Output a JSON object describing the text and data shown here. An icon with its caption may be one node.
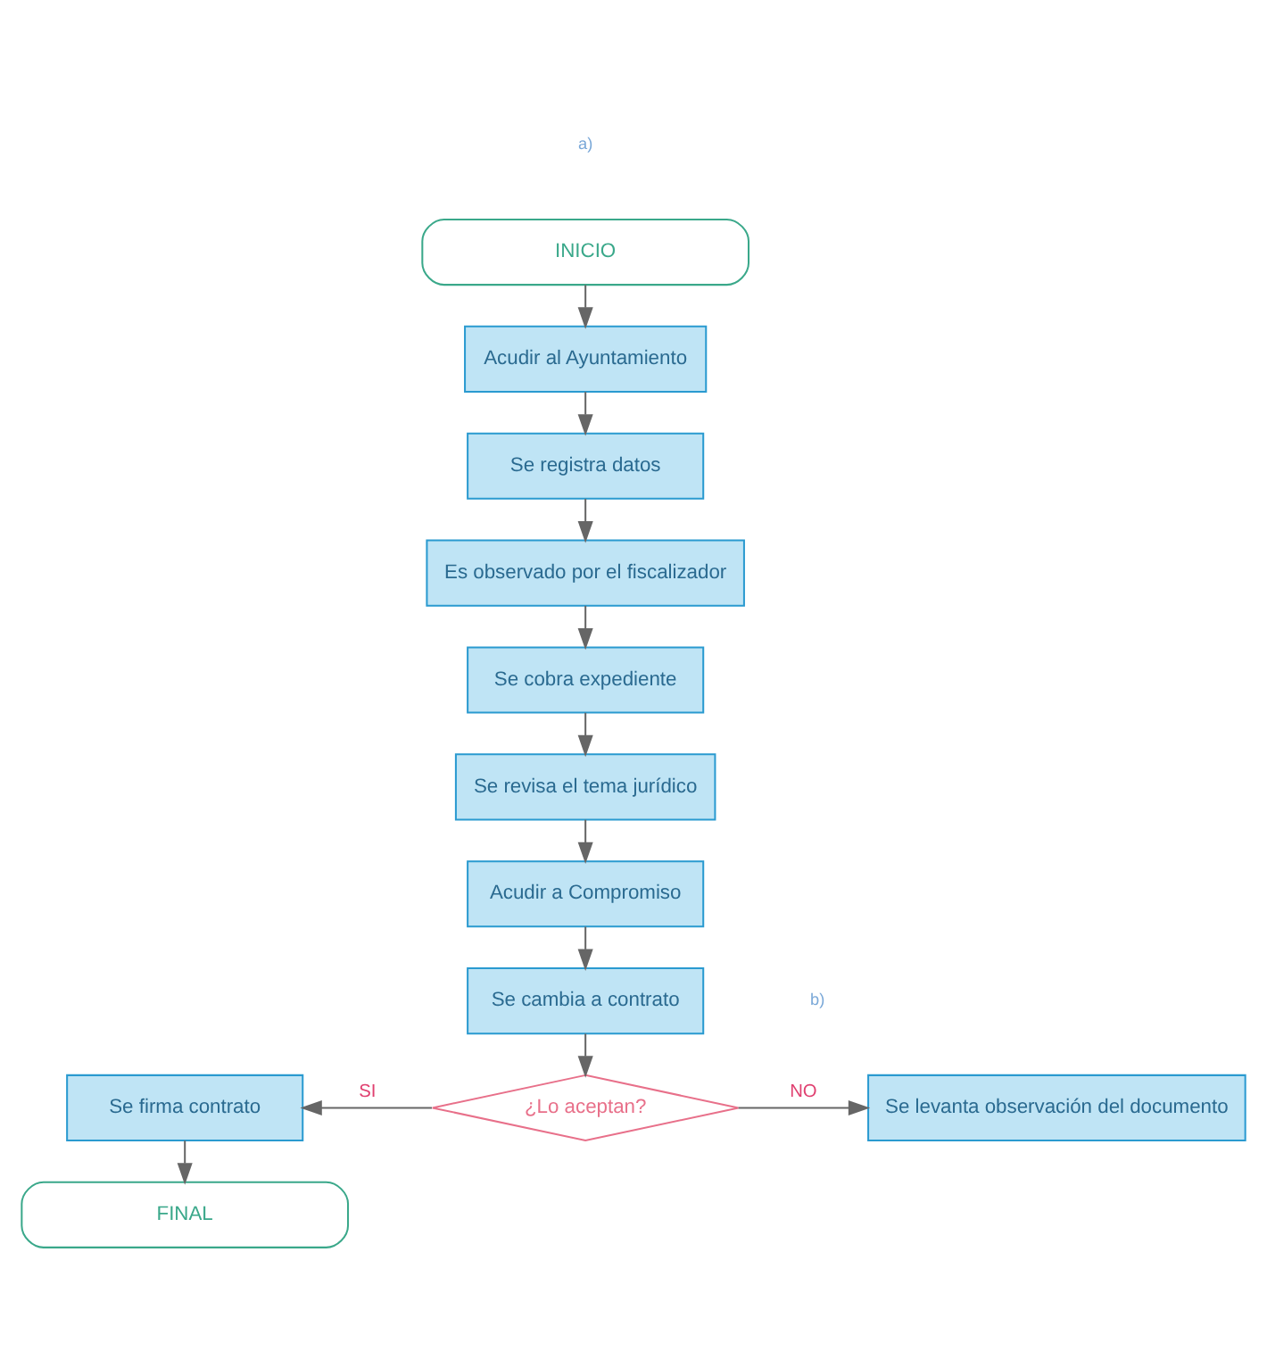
{
  "diagram": {
    "nodes": [
      {
        "text": [
          "INICIO"
        ]
      },
      {
        "text": [
          "Acudir al Ayuntamiento"
        ]
      },
      {
        "text": [
          "Se registra datos"
        ]
      },
      {
        "text": [
          "Es observado por el fiscalizador"
        ]
      },
      {
        "text": [
          "Se cobra expediente"
        ]
      },
      {
        "text": [
          "Se revisa el tema jurídico"
        ]
      },
      {
        "text": [
          "Acudir a Compromiso"
        ]
      },
      {
        "text": [
          "Se cambia a contrato"
        ]
      },
      {
        "text": [
          "¿Lo aceptan?"
        ]
      },
      {
        "text": [
          "Se firma contrato"
        ]
      },
      {
        "text": [
          "Se levanta observación del documento"
        ]
      },
      {
        "text": [
          "FINAL"
        ]
      }
    ],
    "edges": [
      {
        "from": 0,
        "to": 1,
        "arrow": "to"
      },
      {
        "from": 1,
        "to": 2,
        "arrow": "to"
      },
      {
        "from": 2,
        "to": 3,
        "arrow": "to"
      },
      {
        "from": 3,
        "to": 4,
        "arrow": "to"
      },
      {
        "from": 4,
        "to": 5,
        "arrow": "to"
      },
      {
        "from": 5,
        "to": 6,
        "arrow": "to"
      },
      {
        "from": 6,
        "to": 7,
        "arrow": "to"
      },
      {
        "from": 7,
        "to": 8,
        "arrow": "to"
      },
      {
        "from": 8,
        "to": 9,
        "arrow": "to",
        "label": "SI"
      },
      {
        "from": 8,
        "to": 10,
        "arrow": "to",
        "label": "NO"
      },
      {
        "from": 9,
        "to": 11,
        "arrow": "to"
      }
    ],
    "labels": [
      "a)",
      "b)"
    ]
  }
}
